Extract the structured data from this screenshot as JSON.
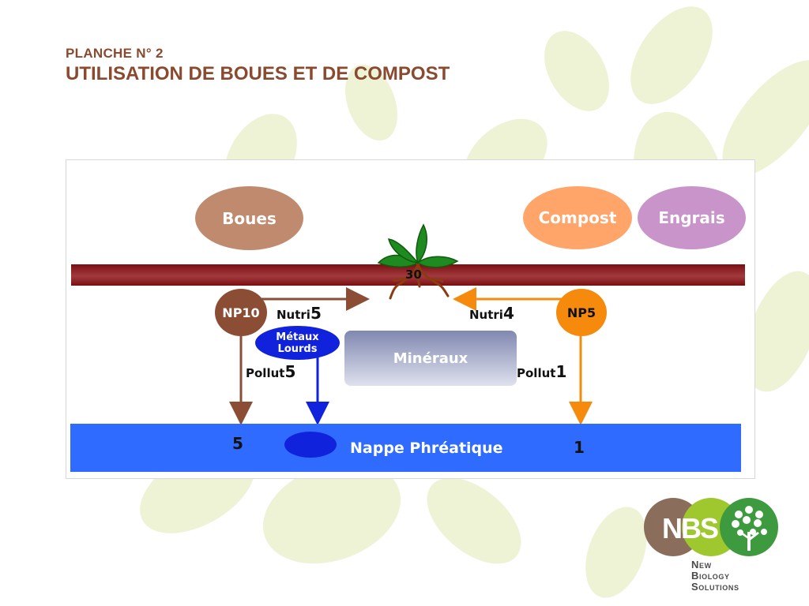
{
  "title": {
    "line1": "PLANCHE  N°  2",
    "line2": "UTILISATION DE BOUES ET DE COMPOST"
  },
  "diagram": {
    "sources": {
      "boues": "Boues",
      "compost": "Compost",
      "engrais": "Engrais"
    },
    "plant_value": "30",
    "np10": "NP10",
    "np5": "NP5",
    "nutri_left": {
      "text": "Nutri",
      "value": "5"
    },
    "nutri_right": {
      "text": "Nutri",
      "value": "4"
    },
    "metaux": {
      "line1": "Métaux",
      "line2": "Lourds"
    },
    "mineraux": "Minéraux",
    "pollut_left": {
      "text": "Pollut",
      "value": "5"
    },
    "pollut_right": {
      "text": "Pollut",
      "value": "1"
    },
    "aquifer": {
      "label": "Nappe Phréatique",
      "left_value": "5",
      "right_value": "1"
    }
  },
  "colors": {
    "title": "#8a4a2f",
    "boues": "#c08a6f",
    "compost": "#ffa56a",
    "engrais": "#c994c9",
    "np10": "#8b4d34",
    "np5": "#f58a0c",
    "metaux": "#1122dd",
    "aquifer": "#2f6bff",
    "soil": "#8b1a1e"
  },
  "logo": {
    "mark": "NBS",
    "line1": "New",
    "line2": "Biology",
    "line3": "Solutions"
  }
}
